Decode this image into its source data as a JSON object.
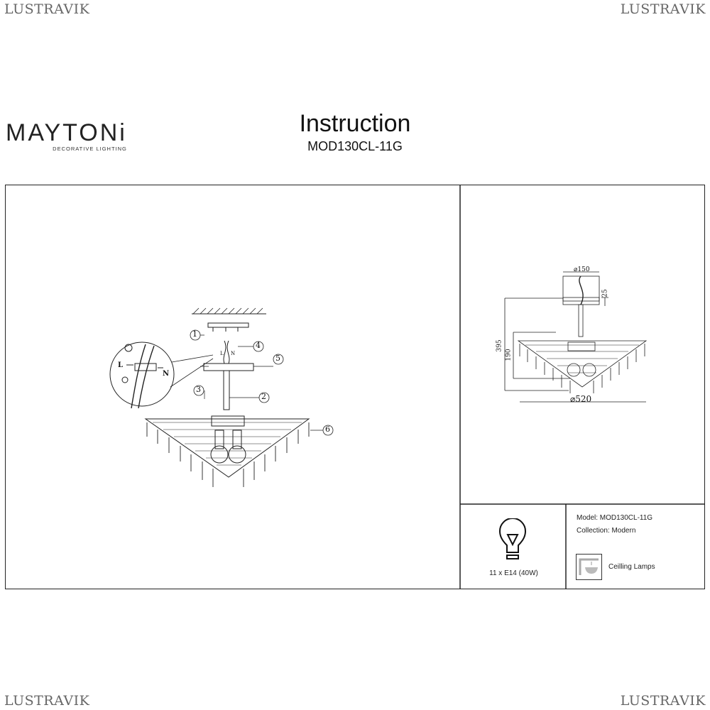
{
  "watermark": "LUSTRAVIK",
  "brand": {
    "name": "MAYTONi",
    "tagline": "DECORATIVE LIGHTING"
  },
  "header": {
    "title": "Instruction",
    "model": "MOD130CL-11G"
  },
  "assembly": {
    "callouts": [
      "1",
      "2",
      "3",
      "4",
      "5",
      "6"
    ],
    "wire_labels": {
      "live": "L",
      "neutral": "N"
    }
  },
  "dimensions": {
    "top_diameter": "⌀150",
    "canopy_height": "25",
    "total_height": "395",
    "body_height": "190",
    "diameter": "⌀520"
  },
  "specs": {
    "bulb": "11 x E14 (40W)",
    "model": "Model: MOD130CL-11G",
    "collection": "Collection: Modern",
    "category": "Ceilling Lamps"
  }
}
